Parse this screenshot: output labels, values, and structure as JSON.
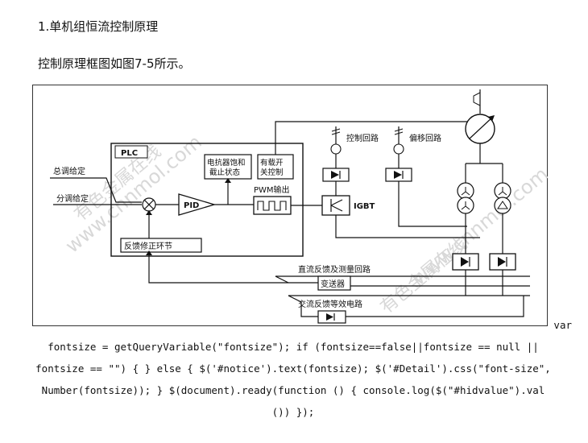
{
  "doc": {
    "heading": "1.单机组恒流控制原理",
    "intro": "控制原理框图如图7-5所示。"
  },
  "figure": {
    "labels": {
      "plc": "PLC",
      "total_setpoint": "总调给定",
      "sub_setpoint": "分调给定",
      "pid": "PID",
      "reactor_state_1": "电抗器饱和",
      "reactor_state_2": "截止状态",
      "onload_switch_1": "有载开",
      "onload_switch_2": "关控制",
      "pwm_out": "PWM输出",
      "feedback_correction": "反馈修正环节",
      "control_loop": "控制回路",
      "bias_loop": "偏移回路",
      "igbt": "IGBT",
      "dc_feedback": "直流反馈及测量回路",
      "transmitter": "变送器",
      "ac_feedback": "交流反馈等效电路"
    },
    "watermarks": [
      "有色金属在线",
      "www.cnnmol.com",
      "有色金属在线",
      "www.cnnmol.com"
    ]
  },
  "code": {
    "lines": [
      "var",
      "fontsize = getQueryVariable(\"fontsize\"); if (fontsize==false||fontsize == null ||",
      "fontsize == \"\") { } else { $('#notice').text(fontsize); $('#Detail').css(\"font-size\",",
      "Number(fontsize)); } $(document).ready(function () { console.log($(\"#hidvalue\").val",
      "()) });"
    ]
  }
}
